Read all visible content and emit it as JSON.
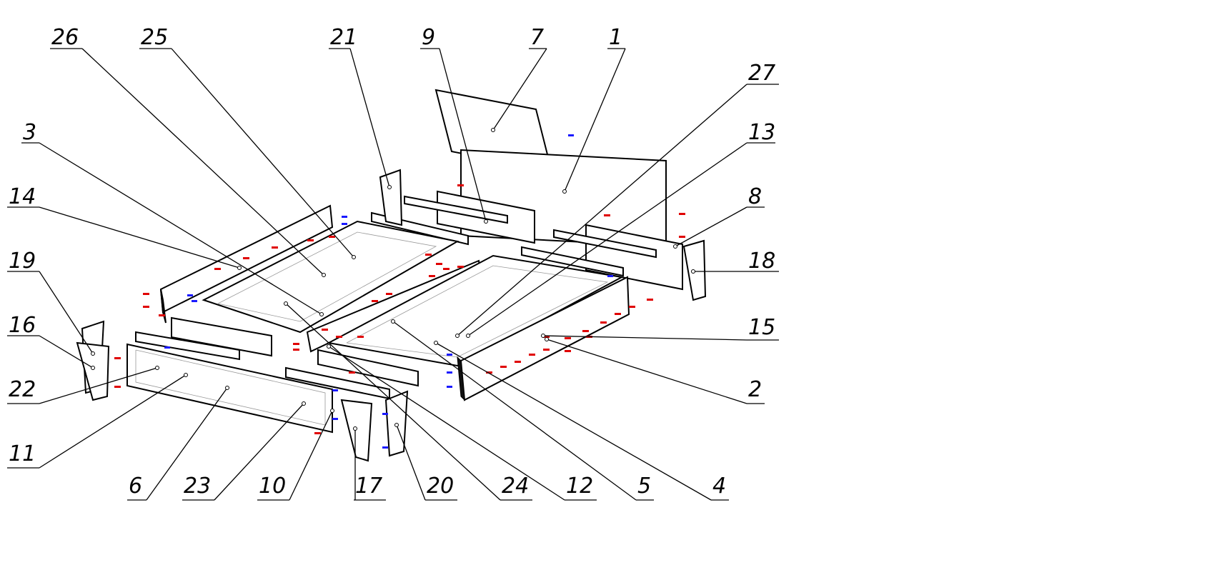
{
  "title": "Bed assembly exploded view",
  "callouts": [
    "26",
    "25",
    "21",
    "9",
    "7",
    "1",
    "27",
    "13",
    "8",
    "18",
    "15",
    "2",
    "3",
    "14",
    "19",
    "16",
    "22",
    "11",
    "6",
    "23",
    "10",
    "17",
    "20",
    "24",
    "12",
    "5",
    "4"
  ],
  "colors": {
    "line": "#000000",
    "fastener_red": "#e00000",
    "fastener_blue": "#1a1aff"
  }
}
